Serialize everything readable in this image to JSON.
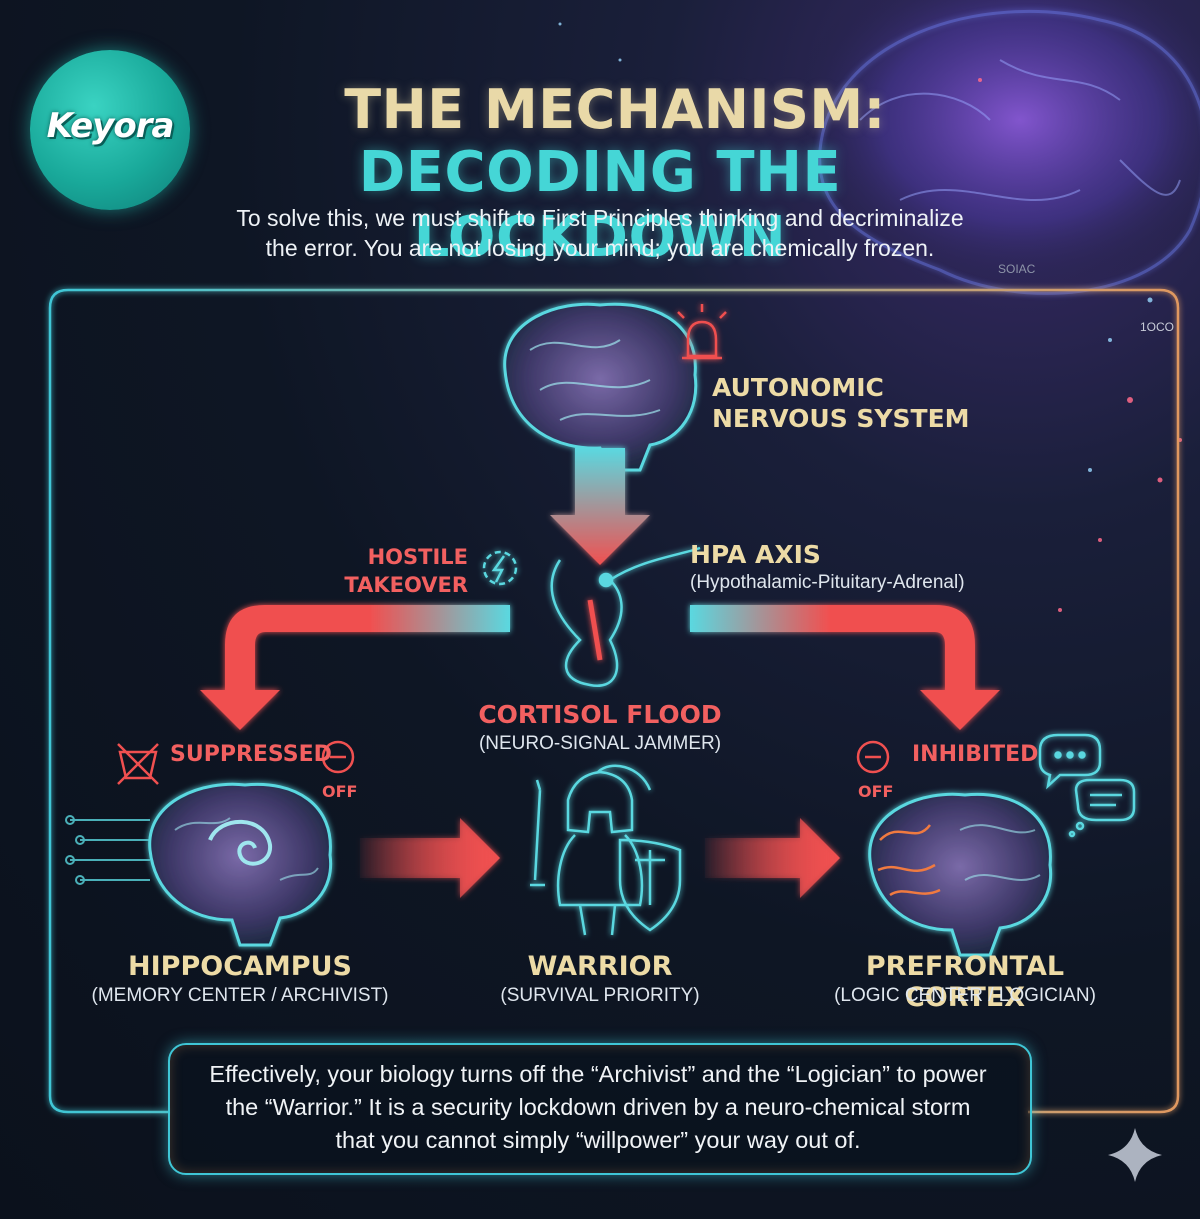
{
  "logo": {
    "text": "Keyora",
    "icon": "keyora-logo-icon"
  },
  "header": {
    "title_line1": "THE MECHANISM:",
    "title_line2": "DECODING THE LOCKDOWN",
    "intro_line1": "To solve this, we must shift to First Principles thinking and decriminalize",
    "intro_line2": "the error. You are not losing your mind; you are chemically frozen."
  },
  "decor": {
    "tag_a": "SOIAC",
    "tag_b": "1OCO"
  },
  "diagram": {
    "ans": {
      "line1": "AUTONOMIC",
      "line2": "NERVOUS SYSTEM",
      "icon": "alarm-siren-icon"
    },
    "hostile": {
      "line1": "HOSTILE",
      "line2": "TAKEOVER",
      "icon": "lightning-bolt-icon"
    },
    "hpa": {
      "label": "HPA AXIS",
      "sub": "(Hypothalamic-Pituitary-Adrenal)"
    },
    "cortisol": {
      "label": "CORTISOL FLOOD",
      "sub": "(NEURO-SIGNAL JAMMER)",
      "icon": "adrenal-gland-icon"
    },
    "suppressed": {
      "label": "SUPPRESSED",
      "off": "OFF",
      "icon": "crossed-box-icon"
    },
    "inhibited": {
      "label": "INHIBITED",
      "off": "OFF",
      "icon": "speech-bubbles-icon"
    },
    "hippocampus": {
      "name": "HIPPOCAMPUS",
      "sub": "(MEMORY CENTER / ARCHIVIST)"
    },
    "warrior": {
      "name": "WARRIOR",
      "sub": "(SURVIVAL PRIORITY)",
      "icon": "spartan-warrior-icon"
    },
    "prefrontal": {
      "name": "PREFRONTAL CORTEX",
      "sub": "(LOGIC CENTER / LOGICIAN)"
    }
  },
  "summary": {
    "line1": "Effectively, your biology turns off the “Archivist” and the “Logician” to power",
    "line2": "the “Warrior.” It is a security lockdown driven by a neuro-chemical storm",
    "line3": "that you cannot simply “willpower” your way out of."
  },
  "colors": {
    "cyan": "#45d6d6",
    "gold": "#eddba6",
    "red": "#f26060",
    "bg": "#0e1624"
  }
}
